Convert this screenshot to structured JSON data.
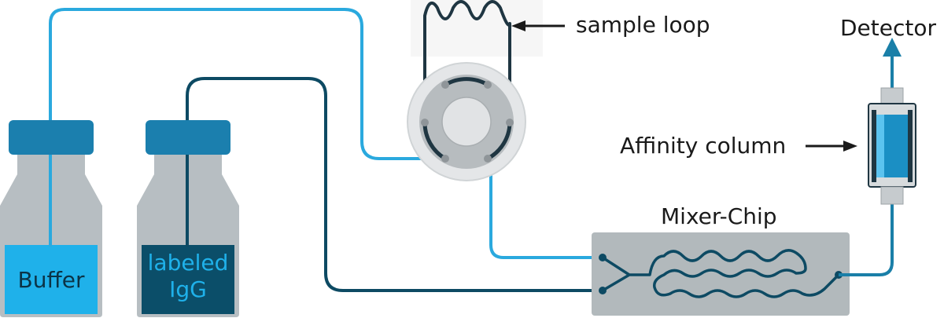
{
  "labels": {
    "sample_loop": "sample loop",
    "detector": "Detector",
    "affinity_column": "Affinity column",
    "mixer_chip": "Mixer-Chip"
  },
  "bottles": {
    "buffer": {
      "label": "Buffer",
      "liquid_color": "#1fb1ea",
      "text_color": "#0b3346"
    },
    "igg": {
      "line1": "labeled",
      "line2": "IgG",
      "liquid_color": "#0b4e69",
      "text_color": "#1fb1ea"
    }
  },
  "colors": {
    "light_tube": "#2aa9de",
    "dark_tube": "#0d4a63",
    "cap": "#1b7fae",
    "bottle_body": "#b7bec2",
    "chip": "#b2b9bc",
    "valve_ring": "#1f3642",
    "valve_body": "#dde0e2",
    "arrow": "#1a1a1a",
    "detector_arrow": "#1a7fa8"
  },
  "icons": {
    "valve": "injection-valve-icon",
    "column": "affinity-column-icon"
  }
}
